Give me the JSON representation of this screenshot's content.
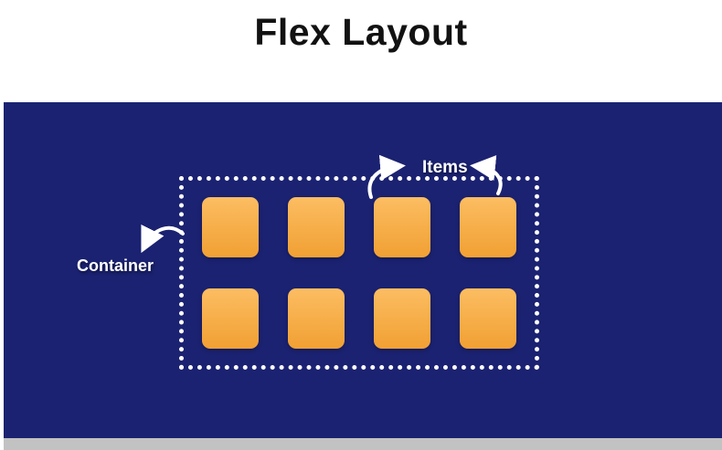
{
  "title": "Flex Layout",
  "diagram": {
    "container_label": "Container",
    "items_label": "Items",
    "item_count": 8,
    "colors": {
      "panel_bg": "#1b2271",
      "item_fill_top": "#fcbd62",
      "item_fill_bottom": "#f1a033",
      "border": "#ffffff",
      "label_text": "#ffffff",
      "title_text": "#121212",
      "strip": "#c2c2c2"
    }
  }
}
